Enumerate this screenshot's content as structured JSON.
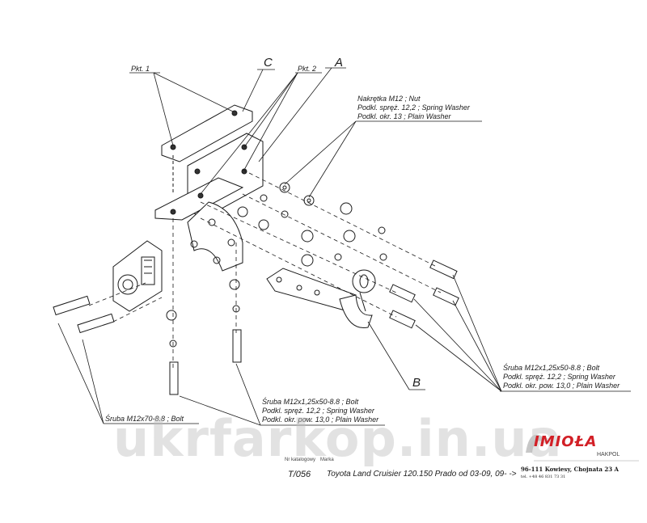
{
  "diagram": {
    "labels": {
      "pkt1": "Pkt. 1",
      "pkt2": "Pkt. 2",
      "letter_c": "C",
      "letter_a": "A",
      "letter_b": "B",
      "nut_line1": "Nakrętka  M12 ; Nut",
      "nut_line2": "Podkl. spręż. 12,2 ; Spring Washer",
      "nut_line3": "Podkl. okr. 13 ; Plain Washer",
      "bolt_right_line1": "Śruba M12x1,25x50-8.8 ;  Bolt",
      "bolt_right_line2": "Podkl. spręż. 12,2 ; Spring Washer",
      "bolt_right_line3": "Podkl. okr. pow. 13,0 ; Plain Washer",
      "bolt_center_line1": "Śruba M12x1,25x50-8.8 ;  Bolt",
      "bolt_center_line2": "Podkl. spręż. 12,2 ; Spring Washer",
      "bolt_center_line3": "Podkl. okr. pow. 13,0 ; Plain Washer",
      "bolt_left": "Śruba M12x70-8.8 ;  Bolt"
    }
  },
  "footer": {
    "watermark": "ukrfarkop.in.ua",
    "brand": "IMIOŁA",
    "brand_sub": "HAKPOL",
    "catalog_label": "Nr katalogowy",
    "make_label": "Marka",
    "catalog_no": "T/056",
    "model": "Toyota Land Cruisier 120.150 Prado   od 03-09, 09- ->",
    "address": "96-111 Kowiesy, Chojnata 23 A",
    "phone": "tel. +48 46 831 73 31"
  },
  "colors": {
    "line": "#1a1a1a",
    "brand_red": "#d21f26",
    "watermark_grey": "#bebebe"
  }
}
